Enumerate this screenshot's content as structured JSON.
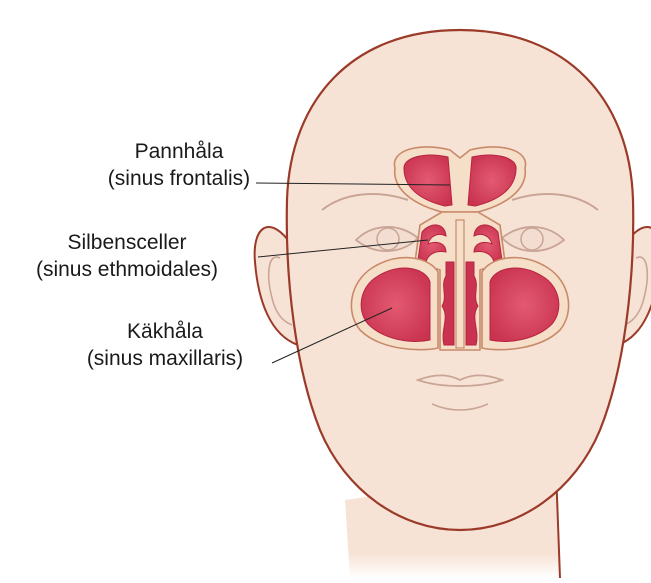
{
  "labels": {
    "frontal": {
      "name": "Pannhåla",
      "latin": "(sinus frontalis)"
    },
    "ethmoid": {
      "name": "Silbensceller",
      "latin": "(sinus ethmoidales)"
    },
    "maxillary": {
      "name": "Käkhåla",
      "latin": "(sinus maxillaris)"
    }
  },
  "colors": {
    "skin": "#f7e3d6",
    "skin_shadow": "#f1d2c0",
    "outline": "#9b3a28",
    "sinus_fill": "#d94a63",
    "sinus_dark": "#b8243f",
    "bone": "#f5dfc9",
    "bone_edge": "#c98a6a",
    "feature_line": "#c9a595",
    "leader_line": "#222222"
  }
}
